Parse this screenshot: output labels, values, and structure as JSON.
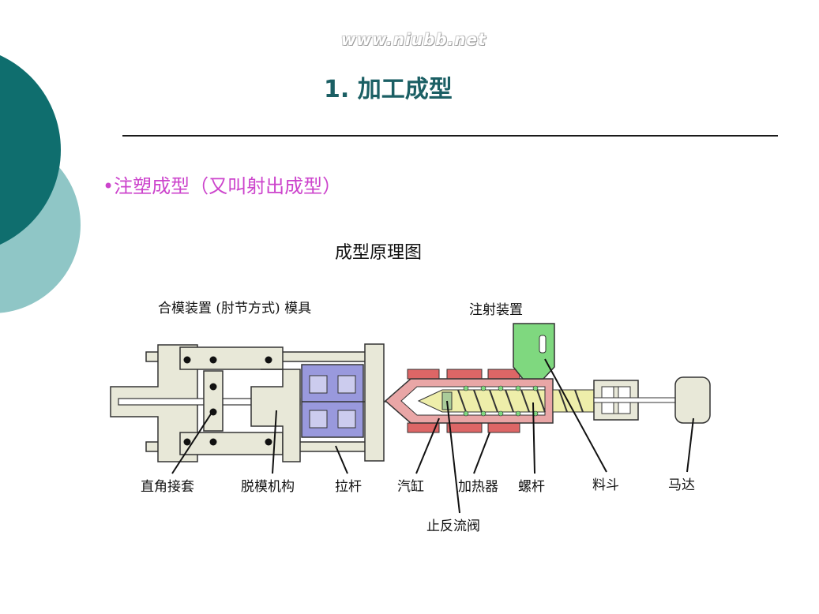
{
  "watermark": "www.niubb.net",
  "slide": {
    "title": "1. 加工成型",
    "bullet": "•注塑成型（又叫射出成型）"
  },
  "diagram": {
    "title": "成型原理图",
    "top_labels": {
      "clamp_unit": "合模装置 (肘节方式) 模具",
      "injection_unit": "注射装置"
    },
    "bottom_labels": {
      "toggle_sleeve": "直角接套",
      "ejector": "脱模机构",
      "tie_bar": "拉杆",
      "cylinder": "汽缸",
      "heater": "加热器",
      "screw": "螺杆",
      "hopper": "料斗",
      "motor": "马达",
      "check_valve": "止反流阀"
    }
  },
  "colors": {
    "teal_dark": "#0f6e6e",
    "teal_light": "#8fc6c6",
    "title_color": "#1b5f64",
    "bullet_color": "#cc44cc",
    "hopper_green": "#7fd87f",
    "heater_red": "#dd6666",
    "mold_blue": "#9999dd",
    "frame_beige": "#e8e8d8",
    "screw_yellow": "#eeeeaa"
  }
}
